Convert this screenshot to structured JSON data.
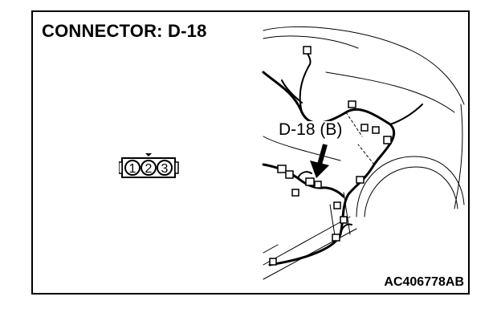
{
  "diagram": {
    "title": "CONNECTOR: D-18",
    "callout_label": "D-18 (B)",
    "figure_id": "AC406778AB",
    "connector_pins": [
      "1",
      "2",
      "3"
    ]
  },
  "colors": {
    "line": "#000000",
    "background": "#ffffff"
  }
}
